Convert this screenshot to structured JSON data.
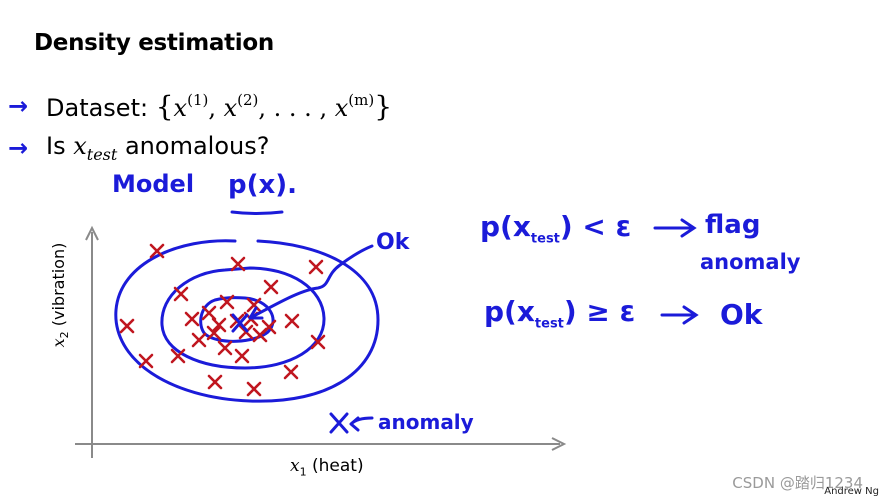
{
  "slide": {
    "title": "Density estimation",
    "dataset_label": "Dataset:",
    "dataset_math_open": "{",
    "dataset_x1": "x",
    "dataset_x1_sup": "(1)",
    "dataset_sep1": ", ",
    "dataset_x2": "x",
    "dataset_x2_sup": "(2)",
    "dataset_ellipsis": ", . . . , ",
    "dataset_xm": "x",
    "dataset_xm_sup": "(m)",
    "dataset_math_close": "}",
    "question_prefix": "Is",
    "question_var": "x",
    "question_var_sub": "test",
    "question_suffix": "anomalous?",
    "credit": "Andrew Ng"
  },
  "plot": {
    "ylabel_var": "x",
    "ylabel_sub": "2",
    "ylabel_text": "(vibration)",
    "xlabel_var": "x",
    "xlabel_sub": "1",
    "xlabel_text": "(heat)"
  },
  "handwriting": {
    "model": "Model",
    "px": "p(x).",
    "ok_label": "Ok",
    "rule1_left": "p(x",
    "rule1_sub": "test",
    "rule1_right": ") < ε",
    "rule1_arrow": "→",
    "rule1_result": "flag",
    "rule1_result2": "anomaly",
    "rule2_left": "p(x",
    "rule2_sub": "test",
    "rule2_right": ") ≥ ε",
    "rule2_arrow": "→",
    "rule2_result": "Ok",
    "anomaly_label": "anomaly",
    "bullet_arrow": "→"
  },
  "watermark": "CSDN @踏归1234",
  "colors": {
    "ink_blue": "#1b1bd9",
    "cross_red": "#c0161f",
    "axis_gray": "#8a8a8a"
  }
}
